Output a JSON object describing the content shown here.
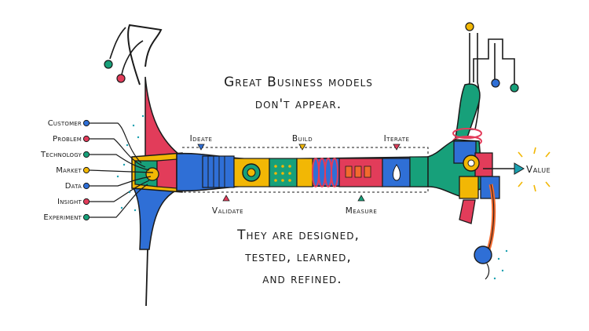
{
  "title_lines": [
    "Great Business models",
    "don't appear."
  ],
  "subtitle_lines": [
    "They are designed,",
    "tested, learned,",
    "and refined."
  ],
  "inputs": [
    {
      "label": "Customer",
      "color": "#2f6fd6"
    },
    {
      "label": "Problem",
      "color": "#e23c5a"
    },
    {
      "label": "Technology",
      "color": "#17a07a"
    },
    {
      "label": "Market",
      "color": "#f2b705"
    },
    {
      "label": "Data",
      "color": "#2f6fd6"
    },
    {
      "label": "Insight",
      "color": "#e23c5a"
    },
    {
      "label": "Experiment",
      "color": "#17a07a"
    }
  ],
  "stages_top": [
    "Ideate",
    "Build",
    "Iterate"
  ],
  "stages_bottom": [
    "Validate",
    "Measure"
  ],
  "output": {
    "label": "Value"
  },
  "colors": {
    "blue": "#2f6fd6",
    "red": "#e23c5a",
    "green": "#17a07a",
    "yellow": "#f2b705",
    "orange": "#f26a2e",
    "teal": "#1aa0b0",
    "ink": "#1a1a1a"
  }
}
